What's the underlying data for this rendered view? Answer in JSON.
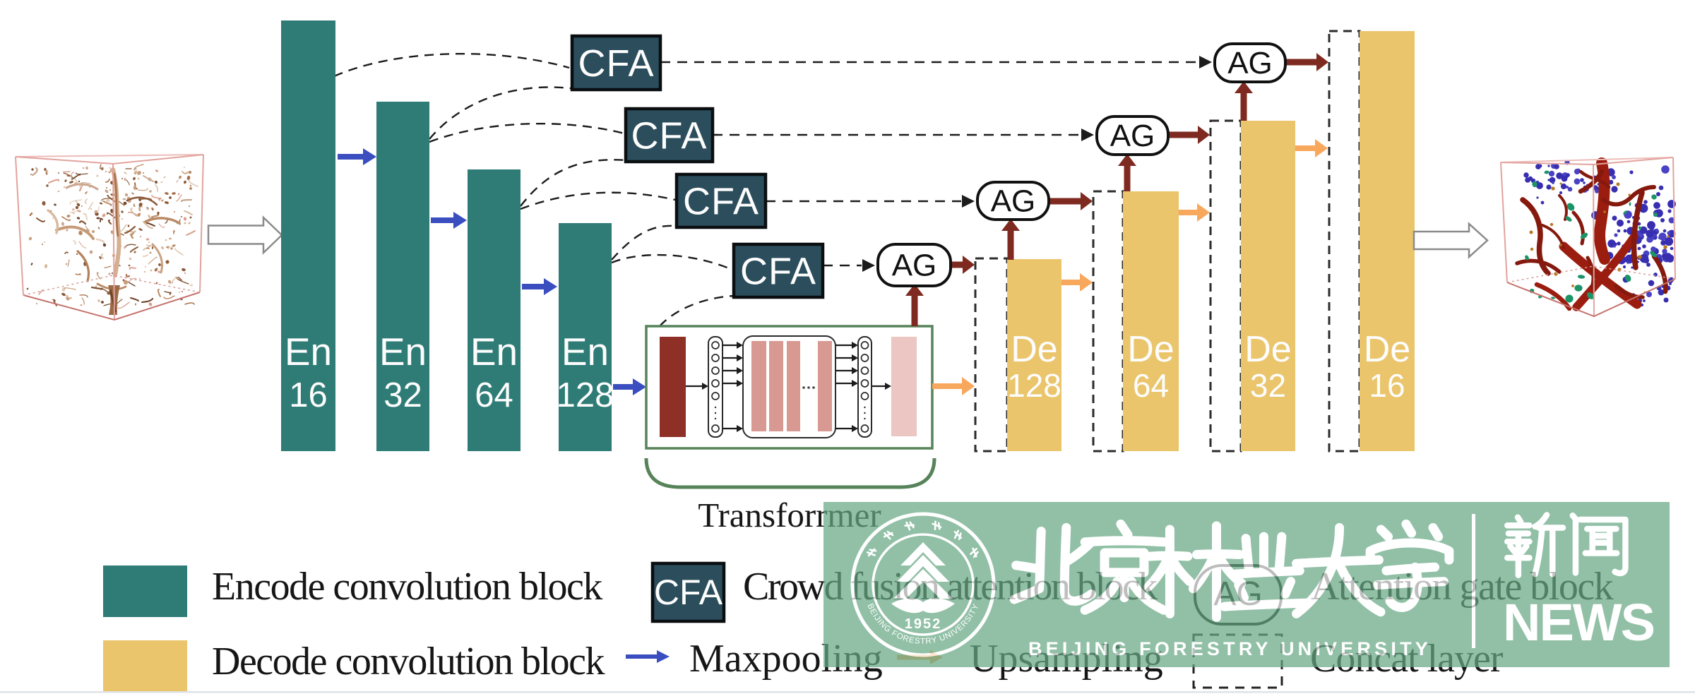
{
  "figure": {
    "input_volume": "3D root CT volume (input)",
    "output_volume": "3D segmented root volume (output)",
    "encoders": [
      {
        "label": "En",
        "channels": "16"
      },
      {
        "label": "En",
        "channels": "32"
      },
      {
        "label": "En",
        "channels": "64"
      },
      {
        "label": "En",
        "channels": "128"
      }
    ],
    "decoders": [
      {
        "label": "De",
        "channels": "128"
      },
      {
        "label": "De",
        "channels": "64"
      },
      {
        "label": "De",
        "channels": "32"
      },
      {
        "label": "De",
        "channels": "16"
      }
    ],
    "cfa_blocks": [
      {
        "label": "CFA"
      },
      {
        "label": "CFA"
      },
      {
        "label": "CFA"
      },
      {
        "label": "CFA"
      }
    ],
    "ag_blocks": [
      {
        "label": "AG"
      },
      {
        "label": "AG"
      },
      {
        "label": "AG"
      },
      {
        "label": "AG"
      }
    ],
    "transformer_label": "Transforrmer"
  },
  "legend": {
    "encode": {
      "label": "Encode convolution block"
    },
    "cfa": {
      "symbol": "CFA",
      "label": "Crowd fusion attention block"
    },
    "ag": {
      "symbol": "AG",
      "label": "Attention gate block"
    },
    "decode": {
      "label": "Decode convolution block"
    },
    "maxpool": {
      "label": "Maxpooling"
    },
    "upsample": {
      "label": "Upsampling"
    },
    "concat": {
      "label": "Concat layer"
    }
  },
  "watermark": {
    "university_cn": "北京林业大学",
    "university_en": "BEIJING FORESTRY UNIVERSITY",
    "news_cn": "新闻",
    "news_en": "NEWS",
    "seal_year": "1952",
    "seal_ring_top": "北京林业大学",
    "seal_ring_bottom": "BEIJING FORESTRY UNIVERSITY"
  },
  "colors": {
    "encode_block": "#2f7c77",
    "decode_block": "#eac56c",
    "cfa_block": "#2b4d5c",
    "attention_arrow": "#7e2a20",
    "maxpool_arrow": "#3a4ec0",
    "upsample_arrow": "#f8a85d",
    "transformer_green": "#57835a",
    "watermark_green": "#67a885"
  }
}
